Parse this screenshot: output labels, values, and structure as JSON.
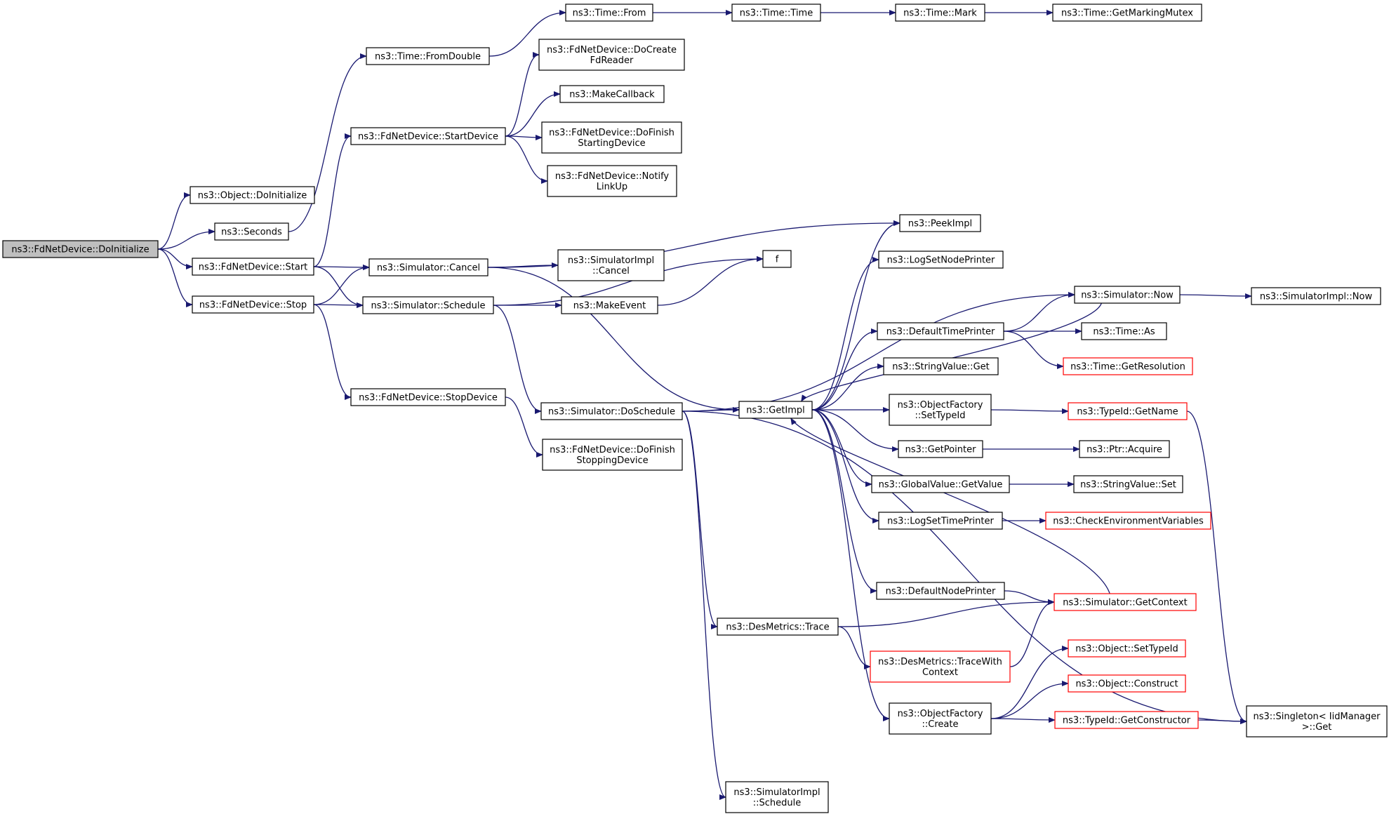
{
  "colors": {
    "edge": "#191970",
    "node_border": "#000000",
    "node_border_truncated": "#ff0000",
    "root_fill": "#bfbfbf",
    "node_fill": "#ffffff"
  },
  "nodes": [
    {
      "id": "n_root",
      "lines": [
        "ns3::FdNetDevice::DoInitialize"
      ],
      "root": true
    },
    {
      "id": "n_obj_doinit",
      "lines": [
        "ns3::Object::DoInitialize"
      ]
    },
    {
      "id": "n_seconds",
      "lines": [
        "ns3::Seconds"
      ]
    },
    {
      "id": "n_start",
      "lines": [
        "ns3::FdNetDevice::Start"
      ]
    },
    {
      "id": "n_stop",
      "lines": [
        "ns3::FdNetDevice::Stop"
      ]
    },
    {
      "id": "n_fromdouble",
      "lines": [
        "ns3::Time::FromDouble"
      ]
    },
    {
      "id": "n_from",
      "lines": [
        "ns3::Time::From"
      ]
    },
    {
      "id": "n_time",
      "lines": [
        "ns3::Time::Time"
      ]
    },
    {
      "id": "n_mark",
      "lines": [
        "ns3::Time::Mark"
      ]
    },
    {
      "id": "n_getmutex",
      "lines": [
        "ns3::Time::GetMarkingMutex"
      ]
    },
    {
      "id": "n_startdevice",
      "lines": [
        "ns3::FdNetDevice::StartDevice"
      ]
    },
    {
      "id": "n_docreate",
      "lines": [
        "ns3::FdNetDevice::DoCreate",
        "FdReader"
      ]
    },
    {
      "id": "n_makecallback",
      "lines": [
        "ns3::MakeCallback"
      ]
    },
    {
      "id": "n_dofinishstart",
      "lines": [
        "ns3::FdNetDevice::DoFinish",
        "StartingDevice"
      ]
    },
    {
      "id": "n_notify",
      "lines": [
        "ns3::FdNetDevice::Notify",
        "LinkUp"
      ]
    },
    {
      "id": "n_cancel",
      "lines": [
        "ns3::Simulator::Cancel"
      ]
    },
    {
      "id": "n_schedule",
      "lines": [
        "ns3::Simulator::Schedule"
      ]
    },
    {
      "id": "n_stopdevice",
      "lines": [
        "ns3::FdNetDevice::StopDevice"
      ]
    },
    {
      "id": "n_simimpl_cancel",
      "lines": [
        "ns3::SimulatorImpl",
        "::Cancel"
      ]
    },
    {
      "id": "n_makeevent",
      "lines": [
        "ns3::MakeEvent"
      ]
    },
    {
      "id": "n_f",
      "lines": [
        "f"
      ]
    },
    {
      "id": "n_doschedule",
      "lines": [
        "ns3::Simulator::DoSchedule"
      ]
    },
    {
      "id": "n_dofinishstop",
      "lines": [
        "ns3::FdNetDevice::DoFinish",
        "StoppingDevice"
      ]
    },
    {
      "id": "n_peekimpl",
      "lines": [
        "ns3::PeekImpl"
      ]
    },
    {
      "id": "n_getimpl",
      "lines": [
        "ns3::GetImpl"
      ]
    },
    {
      "id": "n_logsetnode",
      "lines": [
        "ns3::LogSetNodePrinter"
      ]
    },
    {
      "id": "n_simnow",
      "lines": [
        "ns3::Simulator::Now"
      ]
    },
    {
      "id": "n_simimplnow",
      "lines": [
        "ns3::SimulatorImpl::Now"
      ]
    },
    {
      "id": "n_defaulttime",
      "lines": [
        "ns3::DefaultTimePrinter"
      ]
    },
    {
      "id": "n_timeas",
      "lines": [
        "ns3::Time::As"
      ]
    },
    {
      "id": "n_getres",
      "lines": [
        "ns3::Time::GetResolution"
      ],
      "truncated": true
    },
    {
      "id": "n_strget",
      "lines": [
        "ns3::StringValue::Get"
      ]
    },
    {
      "id": "n_ofsettype",
      "lines": [
        "ns3::ObjectFactory",
        "::SetTypeId"
      ]
    },
    {
      "id": "n_getname",
      "lines": [
        "ns3::TypeId::GetName"
      ],
      "truncated": true
    },
    {
      "id": "n_getpointer",
      "lines": [
        "ns3::GetPointer"
      ]
    },
    {
      "id": "n_ptracquire",
      "lines": [
        "ns3::Ptr::Acquire"
      ]
    },
    {
      "id": "n_globalget",
      "lines": [
        "ns3::GlobalValue::GetValue"
      ]
    },
    {
      "id": "n_strset",
      "lines": [
        "ns3::StringValue::Set"
      ]
    },
    {
      "id": "n_logsettime",
      "lines": [
        "ns3::LogSetTimePrinter"
      ]
    },
    {
      "id": "n_checkenv",
      "lines": [
        "ns3::CheckEnvironmentVariables"
      ],
      "truncated": true
    },
    {
      "id": "n_defaultnode",
      "lines": [
        "ns3::DefaultNodePrinter"
      ]
    },
    {
      "id": "n_getcontext",
      "lines": [
        "ns3::Simulator::GetContext"
      ],
      "truncated": true
    },
    {
      "id": "n_trace",
      "lines": [
        "ns3::DesMetrics::Trace"
      ]
    },
    {
      "id": "n_tracewith",
      "lines": [
        "ns3::DesMetrics::TraceWith",
        "Context"
      ],
      "truncated": true
    },
    {
      "id": "n_objsettype",
      "lines": [
        "ns3::Object::SetTypeId"
      ],
      "truncated": true
    },
    {
      "id": "n_construct",
      "lines": [
        "ns3::Object::Construct"
      ],
      "truncated": true
    },
    {
      "id": "n_ofcreate",
      "lines": [
        "ns3::ObjectFactory",
        "::Create"
      ]
    },
    {
      "id": "n_getctor",
      "lines": [
        "ns3::TypeId::GetConstructor"
      ],
      "truncated": true
    },
    {
      "id": "n_singleton",
      "lines": [
        "ns3::Singleton< IidManager",
        " >::Get"
      ]
    },
    {
      "id": "n_simimplsched",
      "lines": [
        "ns3::SimulatorImpl",
        "::Schedule"
      ]
    }
  ],
  "edges": [
    [
      "n_root",
      "n_obj_doinit"
    ],
    [
      "n_root",
      "n_seconds"
    ],
    [
      "n_root",
      "n_start"
    ],
    [
      "n_root",
      "n_stop"
    ],
    [
      "n_seconds",
      "n_fromdouble"
    ],
    [
      "n_fromdouble",
      "n_from"
    ],
    [
      "n_from",
      "n_time"
    ],
    [
      "n_time",
      "n_mark"
    ],
    [
      "n_mark",
      "n_getmutex"
    ],
    [
      "n_start",
      "n_startdevice"
    ],
    [
      "n_start",
      "n_cancel"
    ],
    [
      "n_start",
      "n_schedule"
    ],
    [
      "n_startdevice",
      "n_docreate"
    ],
    [
      "n_startdevice",
      "n_makecallback"
    ],
    [
      "n_startdevice",
      "n_dofinishstart"
    ],
    [
      "n_startdevice",
      "n_notify"
    ],
    [
      "n_stop",
      "n_cancel"
    ],
    [
      "n_stop",
      "n_schedule"
    ],
    [
      "n_stop",
      "n_stopdevice"
    ],
    [
      "n_stopdevice",
      "n_dofinishstop"
    ],
    [
      "n_cancel",
      "n_peekimpl"
    ],
    [
      "n_cancel",
      "n_simimpl_cancel"
    ],
    [
      "n_cancel",
      "n_getimpl"
    ],
    [
      "n_schedule",
      "n_makeevent"
    ],
    [
      "n_schedule",
      "n_f"
    ],
    [
      "n_schedule",
      "n_doschedule"
    ],
    [
      "n_makeevent",
      "n_f"
    ],
    [
      "n_doschedule",
      "n_getimpl"
    ],
    [
      "n_doschedule",
      "n_simnow"
    ],
    [
      "n_doschedule",
      "n_trace"
    ],
    [
      "n_doschedule",
      "n_simimplsched"
    ],
    [
      "n_doschedule",
      "n_singleton"
    ],
    [
      "n_getimpl",
      "n_peekimpl"
    ],
    [
      "n_getimpl",
      "n_logsetnode"
    ],
    [
      "n_getimpl",
      "n_defaulttime"
    ],
    [
      "n_getimpl",
      "n_strget"
    ],
    [
      "n_getimpl",
      "n_ofsettype"
    ],
    [
      "n_getimpl",
      "n_getpointer"
    ],
    [
      "n_getimpl",
      "n_globalget"
    ],
    [
      "n_getimpl",
      "n_logsettime"
    ],
    [
      "n_getimpl",
      "n_defaultnode"
    ],
    [
      "n_getimpl",
      "n_ofcreate"
    ],
    [
      "n_simnow",
      "n_getimpl"
    ],
    [
      "n_simnow",
      "n_simimplnow"
    ],
    [
      "n_defaulttime",
      "n_simnow"
    ],
    [
      "n_defaulttime",
      "n_timeas"
    ],
    [
      "n_defaulttime",
      "n_getres"
    ],
    [
      "n_ofsettype",
      "n_getname"
    ],
    [
      "n_getname",
      "n_singleton"
    ],
    [
      "n_getpointer",
      "n_ptracquire"
    ],
    [
      "n_globalget",
      "n_strset"
    ],
    [
      "n_logsettime",
      "n_checkenv"
    ],
    [
      "n_defaultnode",
      "n_getcontext"
    ],
    [
      "n_getcontext",
      "n_getimpl"
    ],
    [
      "n_trace",
      "n_getcontext"
    ],
    [
      "n_trace",
      "n_tracewith"
    ],
    [
      "n_tracewith",
      "n_getcontext"
    ],
    [
      "n_ofcreate",
      "n_objsettype"
    ],
    [
      "n_ofcreate",
      "n_construct"
    ],
    [
      "n_ofcreate",
      "n_getctor"
    ],
    [
      "n_getctor",
      "n_singleton"
    ]
  ]
}
